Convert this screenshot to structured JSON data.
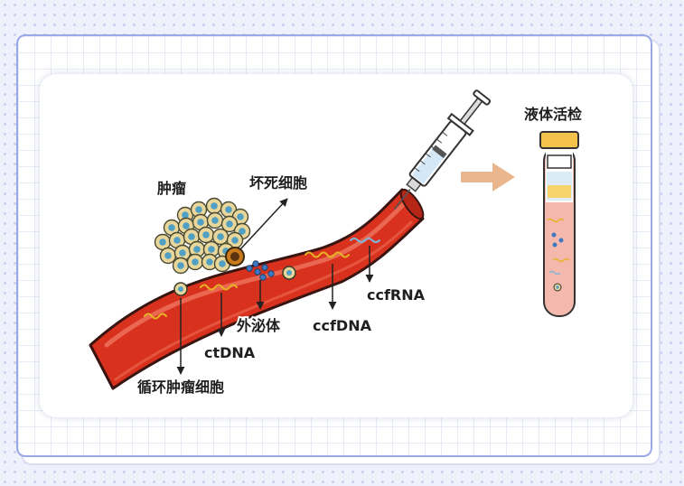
{
  "labels": {
    "tumor": "肿瘤",
    "necrotic_cell": "坏死细胞",
    "ctc": "循环肿瘤细胞",
    "ctdna": "ctDNA",
    "exosome": "外泌体",
    "ccfdna": "ccfDNA",
    "ccfrna": "ccfRNA",
    "liquid_biopsy": "液体活检"
  },
  "colors": {
    "vessel_red": "#d8321f",
    "tumor_cell": "#e8d69a",
    "nucleus": "#4fa0c4",
    "arrow": "#e9b68d",
    "tube_cap": "#f4c24a",
    "plasma": "#f4b8ad"
  }
}
